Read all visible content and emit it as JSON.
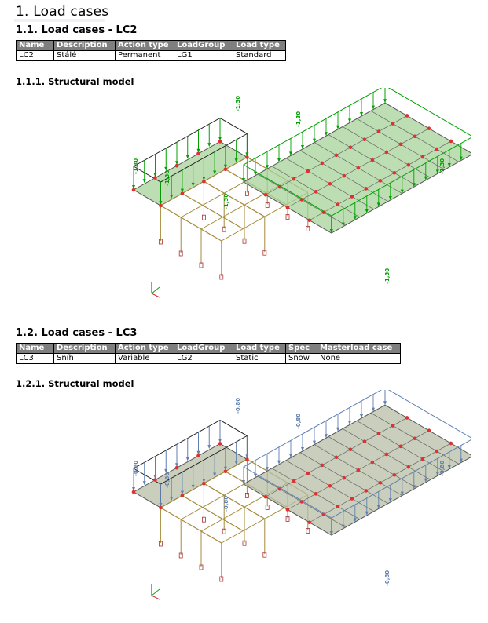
{
  "heading1": "1. Load cases",
  "section1": {
    "title": "1.1. Load cases - LC2",
    "columns": [
      "Name",
      "Description",
      "Action type",
      "LoadGroup",
      "Load type"
    ],
    "row": [
      "LC2",
      "Stálé",
      "Permanent",
      "LG1",
      "Standard"
    ],
    "model_title": "1.1.1. Structural model",
    "load_labels": [
      "-1,30",
      "-1,30",
      "-1,30",
      "-1,30",
      "-1,30",
      "-1,30",
      "-1,30"
    ],
    "colors": {
      "load": "#00a000",
      "slab": "#a7d39a"
    }
  },
  "section2": {
    "title": "1.2. Load cases - LC3",
    "columns": [
      "Name",
      "Description",
      "Action type",
      "LoadGroup",
      "Load type",
      "Spec",
      "Masterload case"
    ],
    "row": [
      "LC3",
      "Sníh",
      "Variable",
      "LG2",
      "Static",
      "Snow",
      "None"
    ],
    "model_title": "1.2.1. Structural model",
    "load_labels": [
      "-0,80",
      "-0,80",
      "-0,80",
      "-0,80",
      "-0,80",
      "-0,80",
      "-0,80"
    ],
    "colors": {
      "load": "#5f7fb0",
      "slab": "#b7bfa6"
    }
  }
}
